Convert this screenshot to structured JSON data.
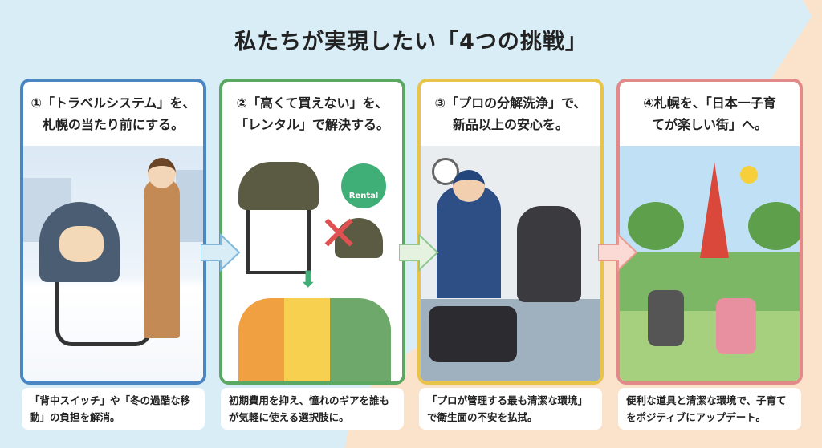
{
  "title": "私たちが実現したい「4つの挑戦」",
  "cards": [
    {
      "line1": "①「トラベルシステム」を、",
      "line2": "札幌の当たり前にする。",
      "caption": "「背中スイッチ」や「冬の過酷な移動」の負担を解消。",
      "color": "#4a87c2"
    },
    {
      "line1": "②「高くて買えない」を、",
      "line2": "「レンタル」で解決する。",
      "caption": "初期費用を抑え、憧れのギアを誰もが気軽に使える選択肢に。",
      "color": "#5aa862",
      "badge": "Rental"
    },
    {
      "line1": "③「プロの分解洗浄」で、",
      "line2": "新品以上の安心を。",
      "caption": "「プロが管理する最も清潔な環境」で衛生面の不安を払拭。",
      "color": "#e9c44a"
    },
    {
      "line1": "④札幌を、「日本一子育",
      "line2": "てが楽しい街」へ。",
      "caption": "便利な道具と清潔な環境で、子育てをポジティブにアップデート。",
      "color": "#e28a8a"
    }
  ]
}
